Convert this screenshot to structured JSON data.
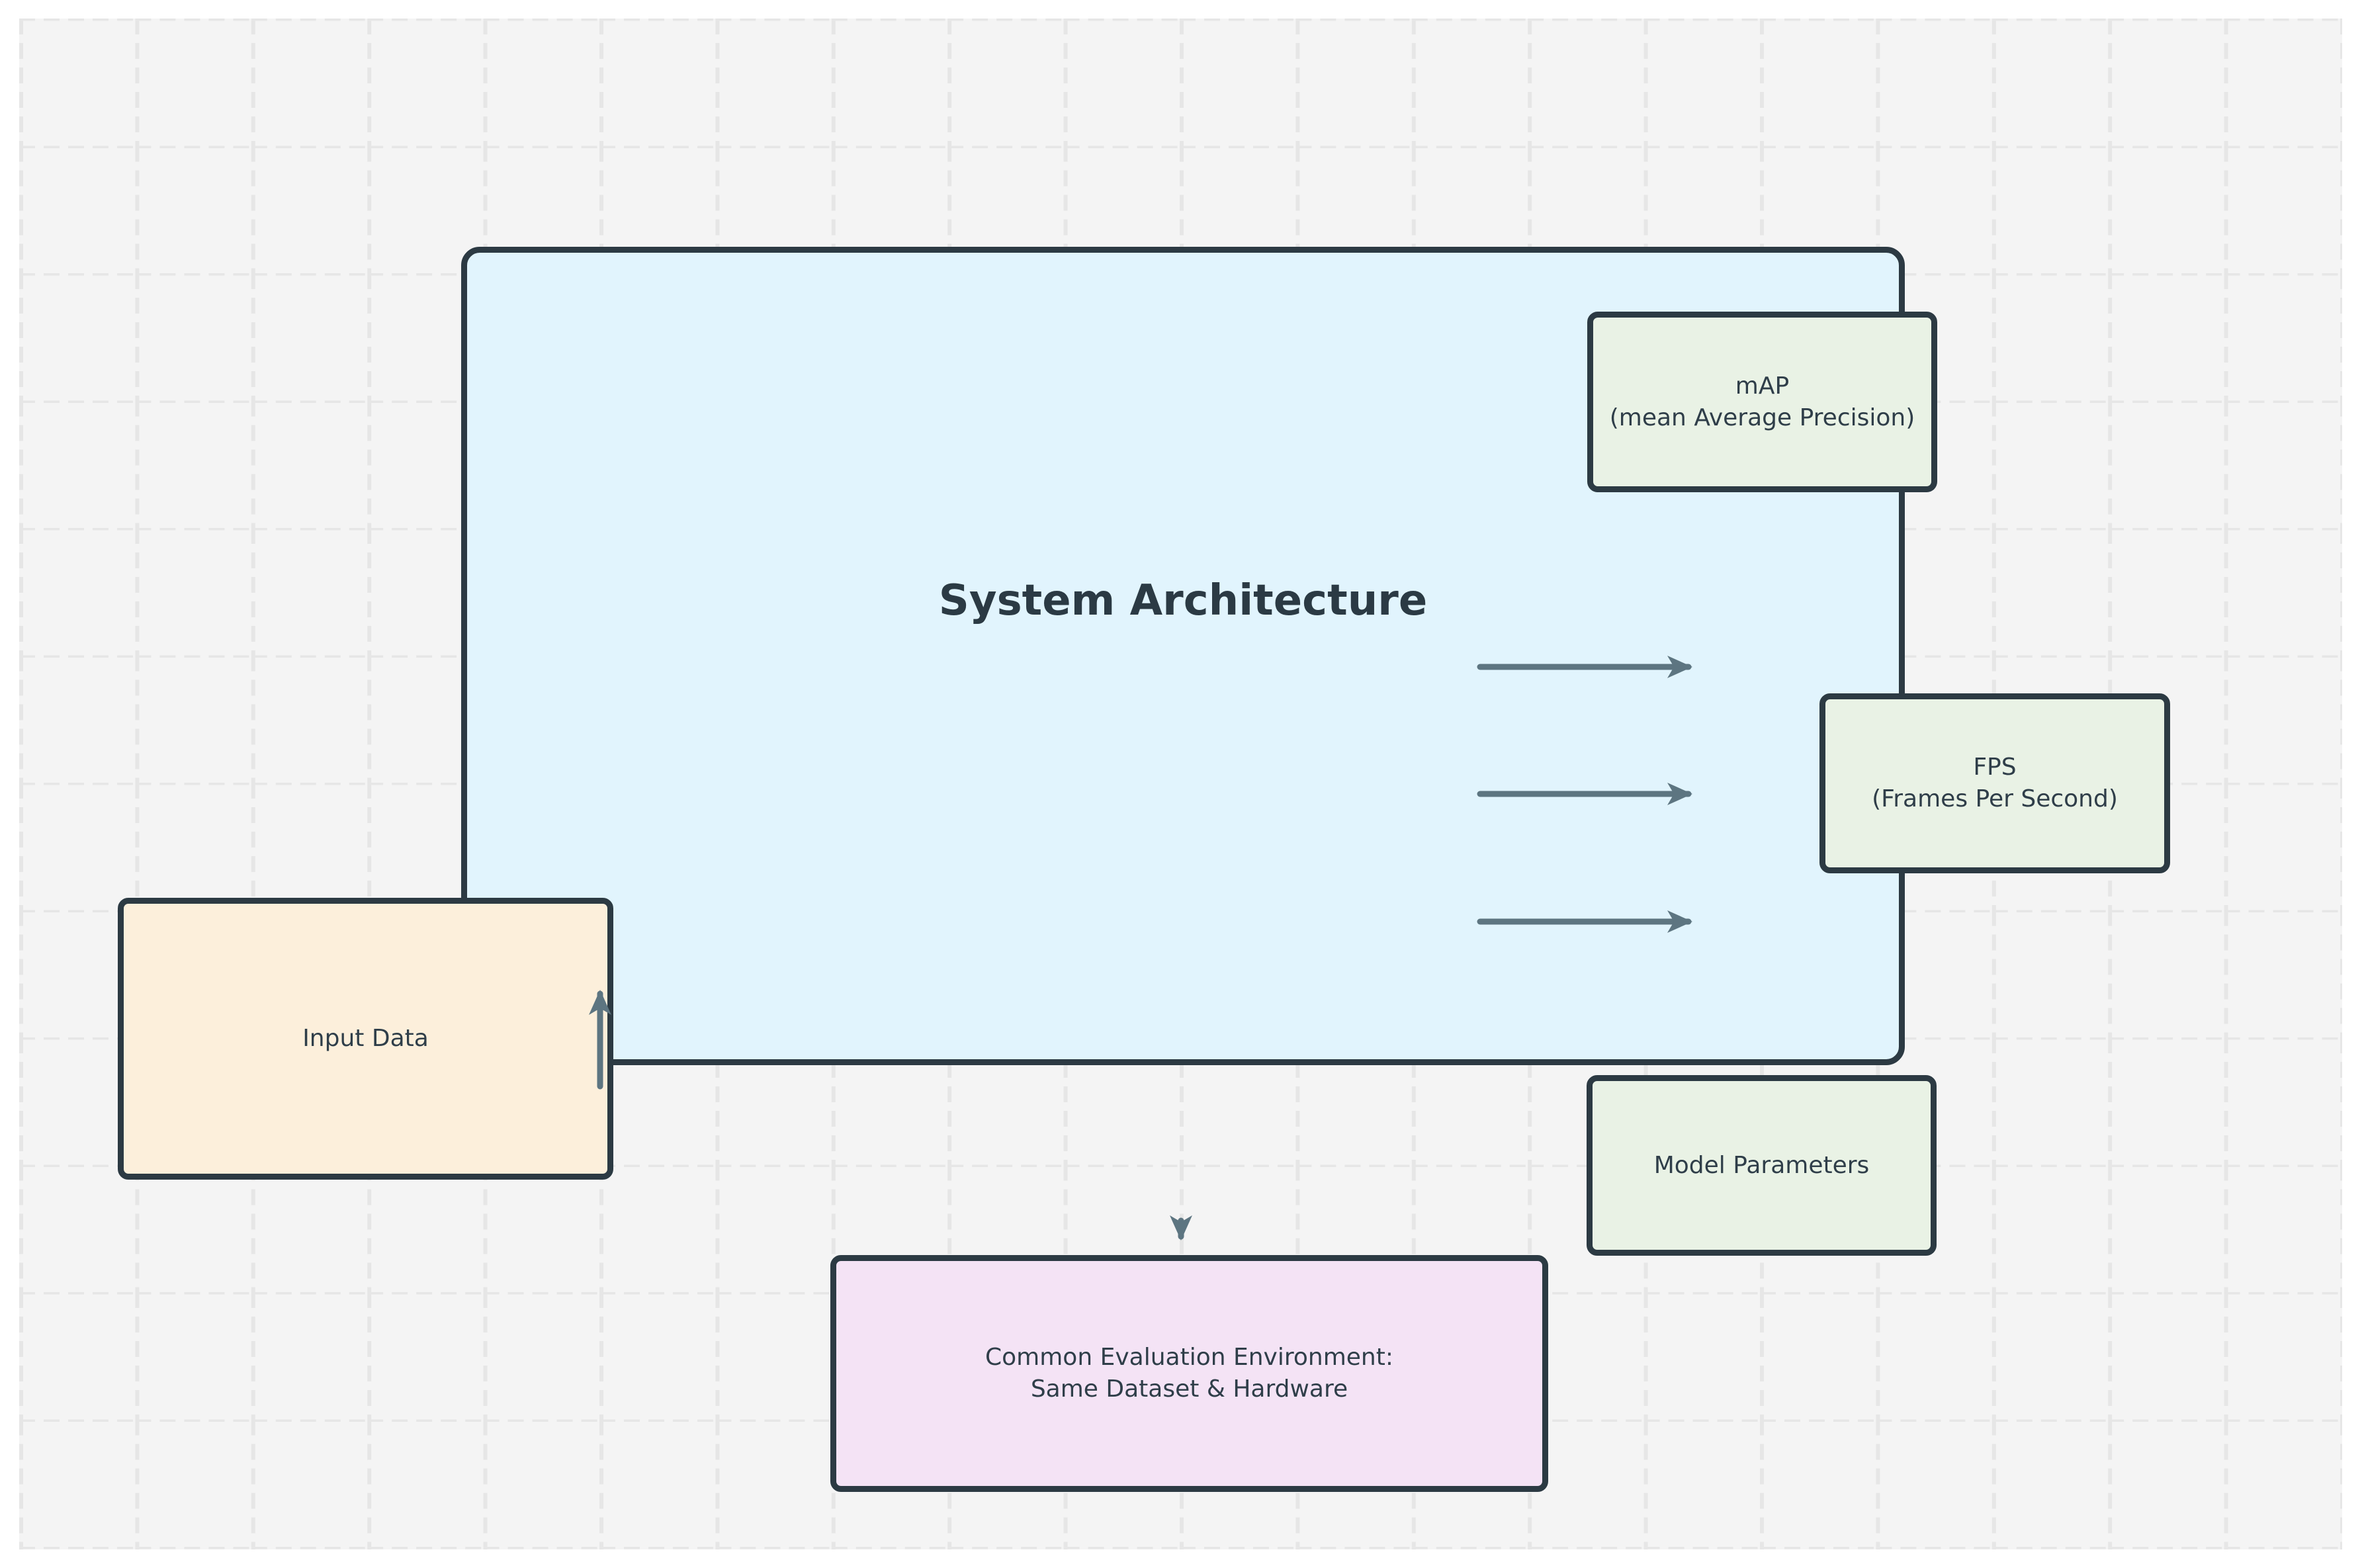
{
  "diagram": {
    "title": "System Architecture",
    "nodes": {
      "map": {
        "line1": "mAP",
        "line2": "(mean Average Precision)"
      },
      "fps": {
        "line1": "FPS",
        "line2": "(Frames Per Second)"
      },
      "model_parameters": {
        "label": "Model Parameters"
      },
      "input_data": {
        "label": "Input Data"
      },
      "common_eval": {
        "line1": "Common Evaluation Environment:",
        "line2": "Same Dataset & Hardware"
      }
    },
    "arrows": [
      {
        "name": "output-arrow-1",
        "direction": "right"
      },
      {
        "name": "output-arrow-2",
        "direction": "right"
      },
      {
        "name": "output-arrow-3",
        "direction": "right"
      },
      {
        "name": "input-arrow",
        "direction": "up"
      },
      {
        "name": "eval-arrow",
        "direction": "down"
      }
    ],
    "colors": {
      "canvas_bg": "#f4f4f4",
      "grid_line": "#e6e6e6",
      "panel_blue": "#e1f4fd",
      "node_green": "#e9f2e5",
      "node_peach": "#fcefdb",
      "node_purple": "#f4e3f5",
      "border_dark": "#2c3a43",
      "arrow_slate": "#5d7581",
      "text_dark": "#2f3e49"
    }
  }
}
